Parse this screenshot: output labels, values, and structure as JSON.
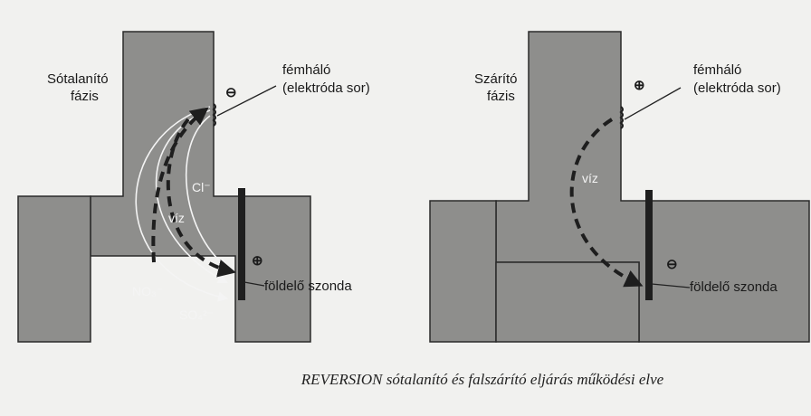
{
  "left_panel": {
    "phase_label_line1": "Sótalanító",
    "phase_label_line2": "fázis",
    "mesh_label_line1": "fémháló",
    "mesh_label_line2": "(elektróda sor)",
    "mesh_sign": "⊖",
    "probe_sign": "⊕",
    "probe_label": "földelő szonda",
    "ion_cl": "Cl⁻",
    "ion_no3": "NO₃⁻",
    "ion_so4": "SO₄²⁻",
    "water": "víz"
  },
  "right_panel": {
    "phase_label_line1": "Szárító",
    "phase_label_line2": "fázis",
    "mesh_label_line1": "fémháló",
    "mesh_label_line2": "(elektróda sor)",
    "mesh_sign": "⊕",
    "probe_sign": "⊖",
    "probe_label": "földelő szonda",
    "water": "víz"
  },
  "caption": "REVERSION sótalanító és falszárító eljárás működési elve",
  "colors": {
    "wall": "#8e8e8c",
    "background": "#f1f1ef",
    "arrow": "#1e1e1e",
    "ion_flow": "#f4f4f4"
  }
}
